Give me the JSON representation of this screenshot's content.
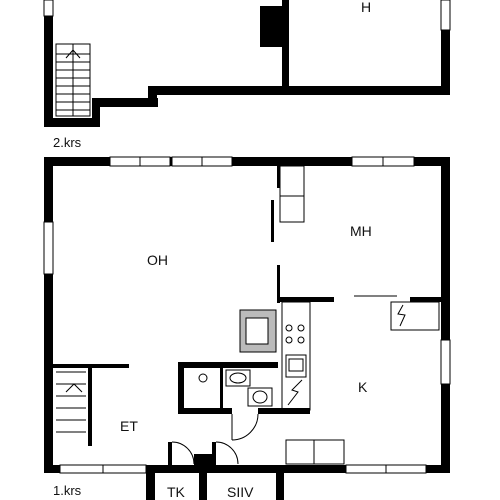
{
  "floors": {
    "upper": {
      "label": "2.krs",
      "rooms": {
        "h": "H"
      }
    },
    "lower": {
      "label": "1.krs",
      "rooms": {
        "oh": "OH",
        "mh": "MH",
        "k": "K",
        "et": "ET",
        "tk": "TK",
        "siiv": "SIIV"
      }
    }
  }
}
